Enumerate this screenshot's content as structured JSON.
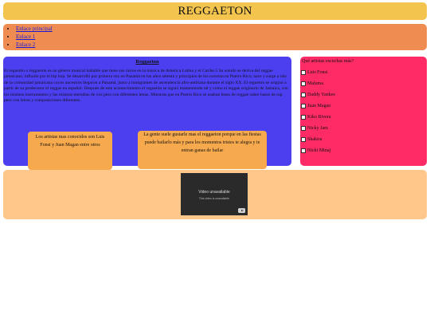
{
  "header": {
    "title": "REGGAETON"
  },
  "nav": {
    "links": [
      "Enlace principal",
      "Enlace 1",
      "Enlace 2"
    ]
  },
  "main": {
    "heading": "Reggaeton",
    "paragraph": "El reguetón o reggaetón es un género musical bailable que tiene sus raíces en la música de América Latina y el Caribe.5 Su sonido se deriva del reggae jamaicano, influido por el hip hop. Se desarrolló por primera vez en Panamá en los años setenta y principios de los noventa en Puerto Rico; nace y surge a raíz de la comunidad jamaicana cuyos ancestros llegaron a Panamá, junto a inmigrantes de ascendencia afro-antillana durante el siglo XX. El reguetón se originó a partir de su predecesor el reggae en español. Después de este acontecimiento el reguetón se siguió manteniendo tal y como el reggae originario de Jamaica, con los mismos instrumentos y las mismas melodías de voz pero con diferentes letras. Mientras que en Puerto Rico se usaban beats de reggae sobre bases de rap pero con letras y composiciones diferentes.",
    "card1": "Los artistas mas conocidos son Luis Fonsi y Juan Magan entre otros",
    "card2": "La gente suele gustarle mas el reggaeton porque en las fiestas puede bailarlo más y para los momentos tristes te alegra y te entran ganas de bailar"
  },
  "side": {
    "question": "Qué artistas escuchas más?",
    "options": [
      "Luis Fonsi",
      "Maluma",
      "Daddy Yankee",
      "Juan Magan",
      "Kiko Rivera",
      "Nicky Jam",
      "Shakira",
      "Nicki Minaj"
    ]
  },
  "video": {
    "title": "Video unavailable",
    "subtitle": "This video is unavailable",
    "icon": "youtube-logo-icon"
  },
  "colors": {
    "header": "#f3c44e",
    "nav": "#ef8c52",
    "main": "#4b3ff0",
    "card": "#f7a94d",
    "side": "#ff2b67",
    "footer": "#ffc88a"
  }
}
